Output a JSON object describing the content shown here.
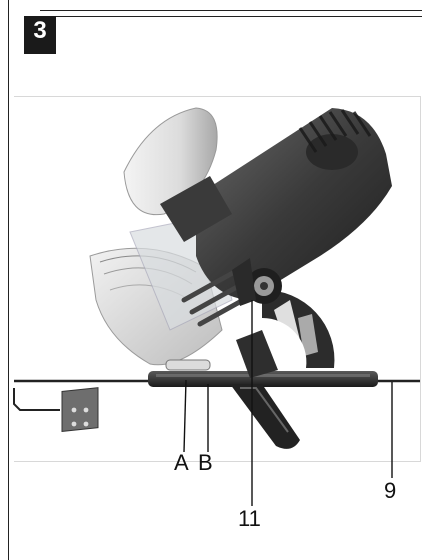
{
  "step": {
    "number": "3"
  },
  "callouts": {
    "a": "A",
    "b": "B",
    "nine": "9",
    "eleven": "11"
  }
}
